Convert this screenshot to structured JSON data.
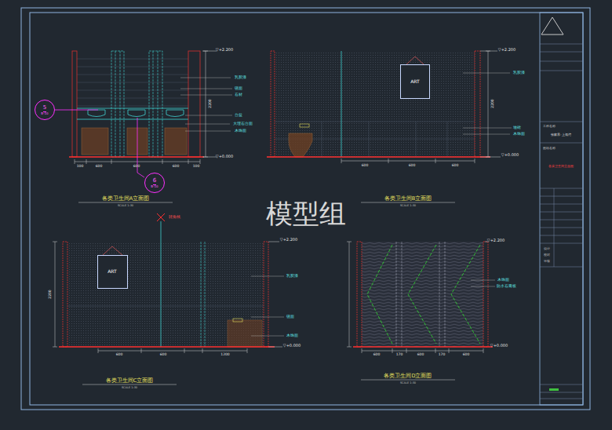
{
  "diagram": {
    "nodes": [
      {
        "text": [
          "ART"
        ]
      },
      {
        "text": [
          "ART"
        ]
      },
      {
        "text": [
          "5",
          "B-10"
        ]
      },
      {
        "text": [
          "6",
          "B-10"
        ]
      }
    ],
    "labels": [
      "模型组",
      "▽+2.200",
      "▽+0.000",
      "2200",
      "100",
      "600",
      "600",
      "600",
      "100",
      "乳胶漆",
      "镜面",
      "石材",
      "台盆",
      "大理石台面",
      "木饰面",
      "各类卫生间A立面图",
      "SCALE 1:30",
      "▽+2.200",
      "▽+0.000",
      "2200",
      "600",
      "600",
      "600",
      "乳胶漆",
      "墙砖",
      "木饰面",
      "各类卫生间B立面图",
      "SCALE 1:30",
      "转角线",
      "▽+2.200",
      "▽+0.000",
      "2200",
      "600",
      "600",
      "1200",
      "乳胶漆",
      "镜面",
      "木饰面",
      "各类卫生间C立面图",
      "SCALE 1:30",
      "▽+2.200",
      "▽+0.000",
      "600",
      "170",
      "600",
      "170",
      "600",
      "木饰面",
      "防水石膏板",
      "各类卫生间D立面图",
      "SCALE 1:30",
      "工程名称",
      "张家界·上海湾",
      "图纸名称",
      "各类卫生间立面图",
      "设计",
      "校对",
      "审核"
    ]
  }
}
